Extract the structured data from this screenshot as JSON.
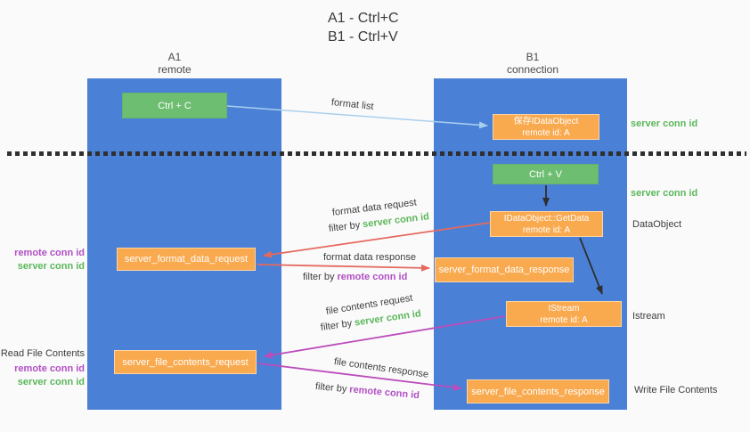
{
  "colors": {
    "column_blue": "#4a81d6",
    "box_orange": "#f9a94e",
    "box_green": "#6dbe71",
    "arrow_red": "#e5695e",
    "arrow_magenta": "#bc4cbc",
    "arrow_lightblue": "#a9cfee",
    "arrow_black": "#2f2f2f",
    "text_dark": "#3c3c3c",
    "text_green": "#5bb75b",
    "text_purple": "#b14fc4",
    "background": "#fafafa"
  },
  "title": {
    "line1": "A1 - Ctrl+C",
    "line2": "B1 - Ctrl+V"
  },
  "columns": {
    "a": {
      "name": "A1",
      "subtitle": "remote"
    },
    "b": {
      "name": "B1",
      "subtitle": "connection"
    }
  },
  "nodes": {
    "ctrl_c": {
      "label": "Ctrl + C"
    },
    "ctrl_v": {
      "label": "Ctrl + V"
    },
    "save_dataobject": {
      "line1": "保存IDataObject",
      "line2": "remote id: A"
    },
    "getdata": {
      "line1": "IDataObject::GetData",
      "line2": "remote id: A"
    },
    "istream": {
      "line1": "IStream",
      "line2": "remote id: A"
    },
    "server_format_data_request": {
      "label": "server_format_data_request"
    },
    "server_format_data_response": {
      "label": "server_format_data_response"
    },
    "server_file_contents_request": {
      "label": "server_file_contents_request"
    },
    "server_file_contents_response": {
      "label": "server_file_contents_response"
    }
  },
  "arrow_labels": {
    "format_list": "format list",
    "format_data_request": "format data request",
    "format_data_response": "format data response",
    "file_contents_request": "file contents request",
    "file_contents_response": "file contents response",
    "filter_by_server_1": {
      "prefix": "filter by",
      "keyword": "server conn id"
    },
    "filter_by_remote_1": {
      "prefix": "filter by",
      "keyword": "remote conn id"
    },
    "filter_by_server_2": {
      "prefix": "filter by",
      "keyword": "server conn id"
    },
    "filter_by_remote_2": {
      "prefix": "filter by",
      "keyword": "remote conn id"
    }
  },
  "side_labels": {
    "left_format": {
      "remote": "remote conn id",
      "server": "server conn id"
    },
    "left_file": {
      "title": "Read File Contents",
      "remote": "remote conn id",
      "server": "server conn id"
    },
    "right_save": "server conn id",
    "right_ctrlv": "server conn id",
    "right_dataobject": "DataObject",
    "right_istream": "Istream",
    "right_write": "Write File Contents"
  }
}
